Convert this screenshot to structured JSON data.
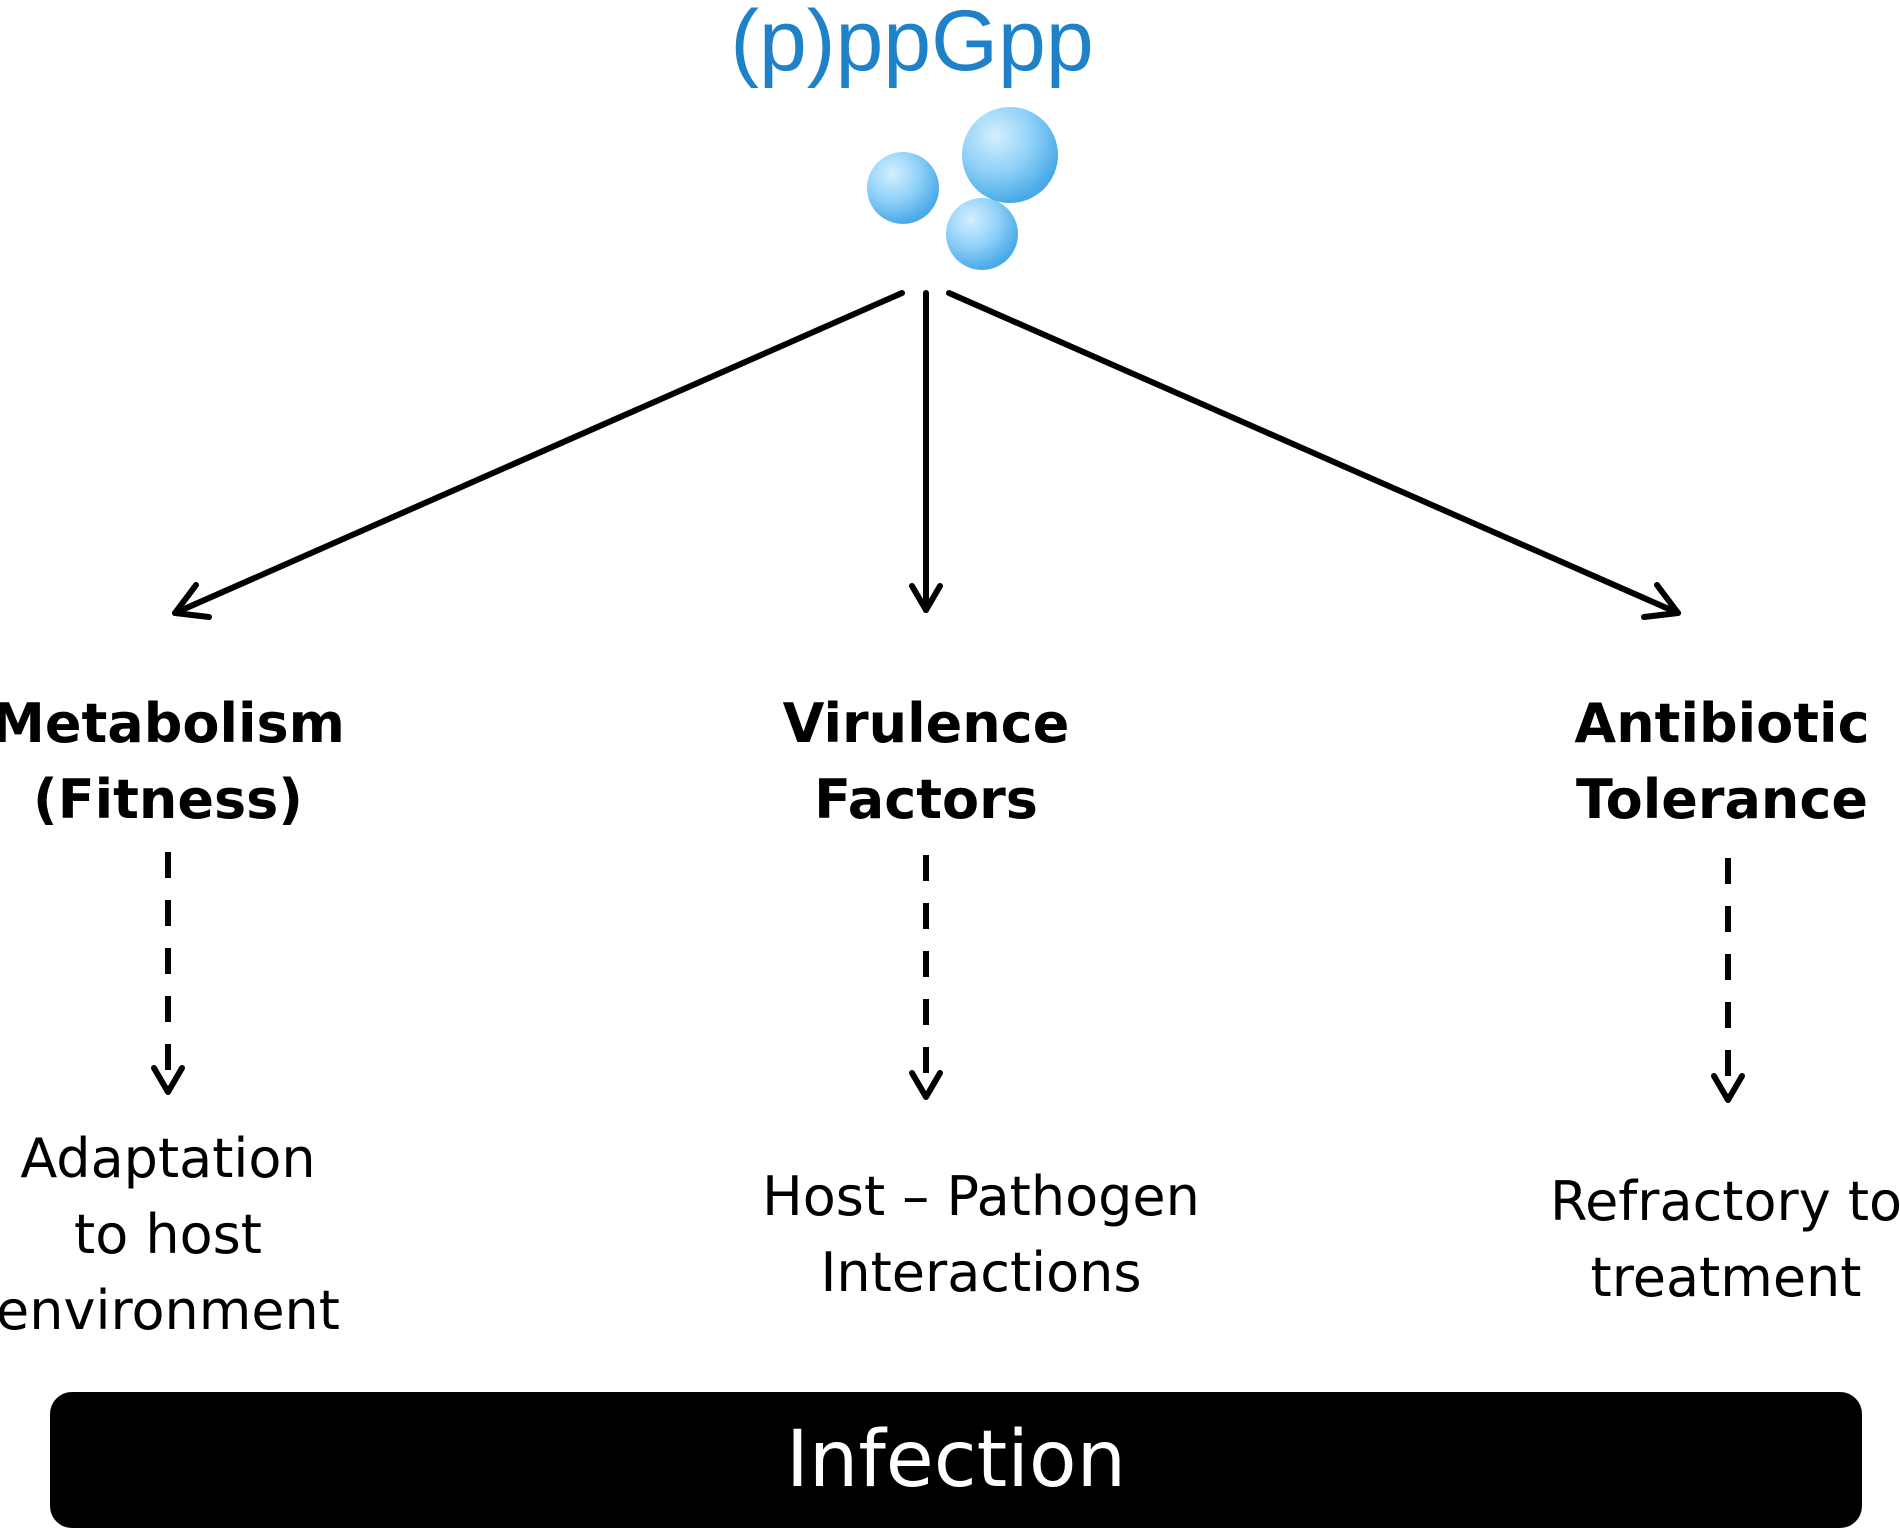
{
  "title": "(p)ppGpp",
  "colors": {
    "title": "#1f82c8",
    "sphere_light": "#d4efff",
    "sphere_mid": "#8fd0f8",
    "sphere_dark": "#4aaae8",
    "arrow": "#000000",
    "bar": "#000000",
    "bar_text": "#ffffff"
  },
  "columns": [
    {
      "category": [
        "Metabolism",
        "(Fitness)"
      ],
      "outcome": [
        "Adaptation",
        "to host",
        "environment"
      ]
    },
    {
      "category": [
        "Virulence",
        "Factors"
      ],
      "outcome": [
        "Host – Pathogen",
        "Interactions"
      ]
    },
    {
      "category": [
        "Antibiotic",
        "Tolerance"
      ],
      "outcome": [
        "Refractory to",
        "treatment"
      ]
    }
  ],
  "bottom_bar": {
    "label": "Infection"
  }
}
